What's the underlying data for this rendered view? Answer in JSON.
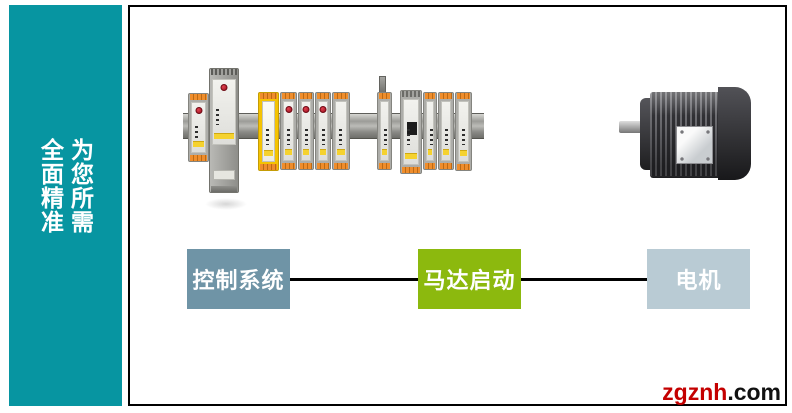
{
  "sidebar": {
    "bg_color": "#0795a1",
    "tagline_primary": "为您所需",
    "tagline_secondary": "全面精准"
  },
  "flow": {
    "nodes": [
      {
        "id": "control-system",
        "label": "控制系统",
        "color": "#6f94a6"
      },
      {
        "id": "motor-start",
        "label": "马达启动",
        "color": "#8cb90e"
      },
      {
        "id": "motor",
        "label": "电机",
        "color": "#b9cbd4"
      }
    ]
  },
  "watermark": {
    "site": "zgznh",
    "tld": ".com",
    "site_color": "#c40000",
    "tld_color": "#111111"
  }
}
